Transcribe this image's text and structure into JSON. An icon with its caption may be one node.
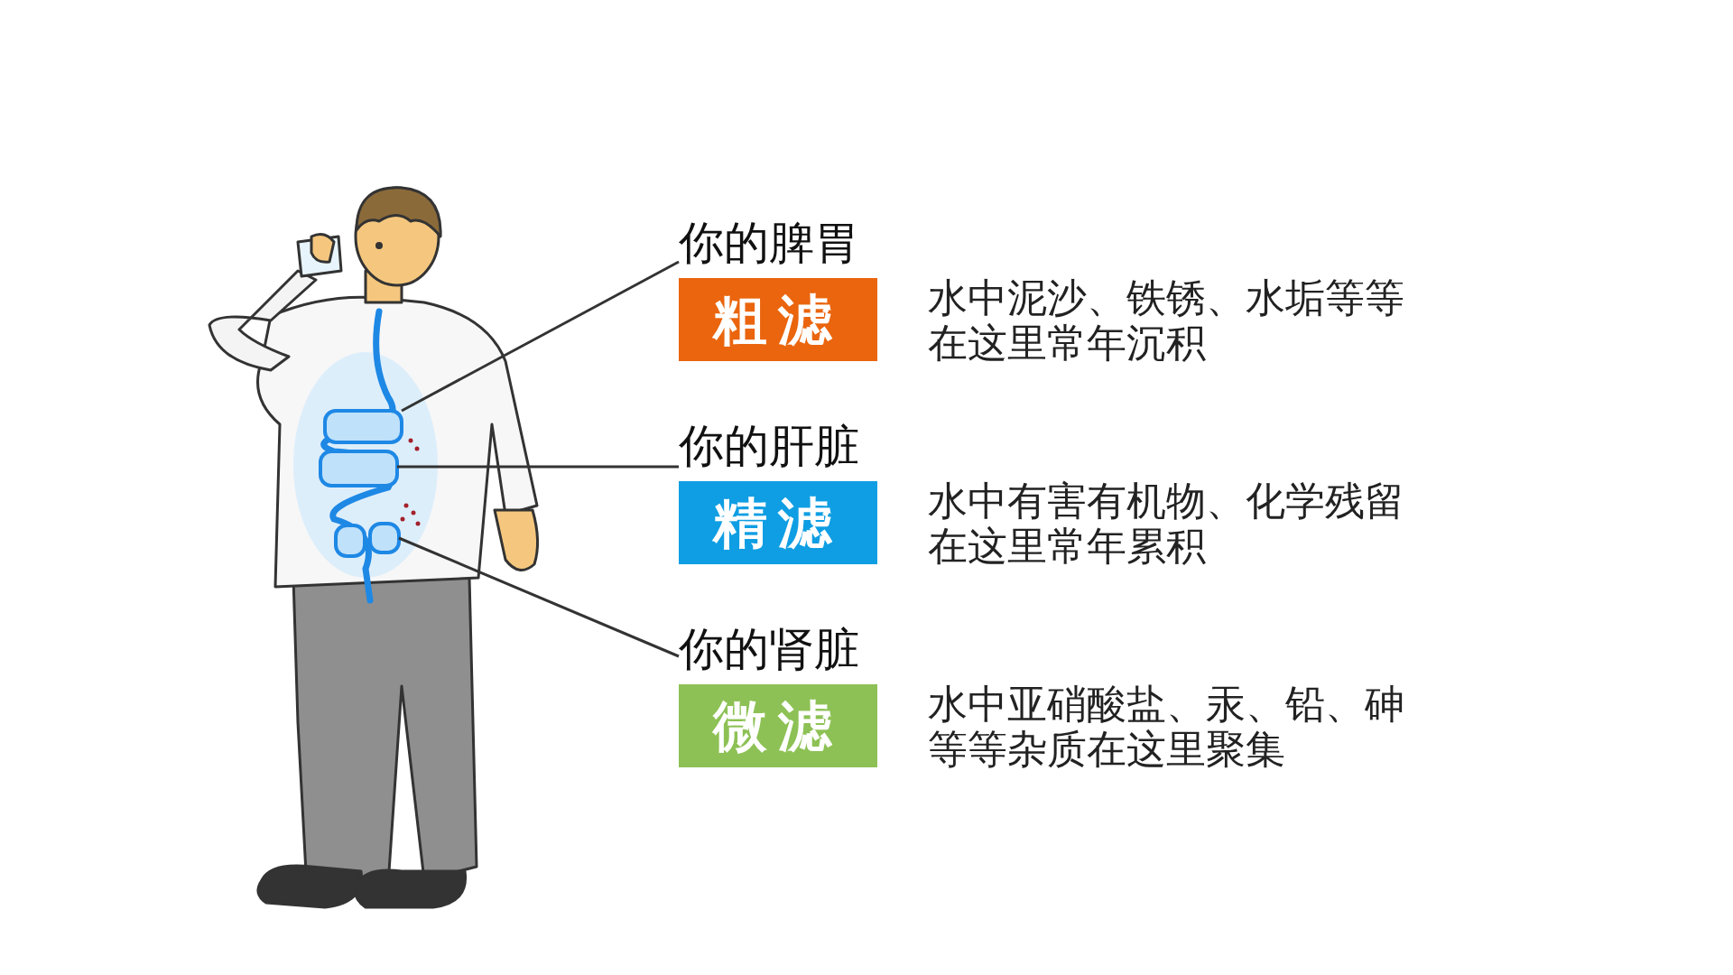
{
  "diagram": {
    "nodes": [
      {
        "text": [],
        "shape": "picture"
      },
      {
        "text": [],
        "shape": "box",
        "in": 0
      },
      {
        "text": [],
        "shape": "box",
        "in": 0
      },
      {
        "text": [],
        "shape": "box",
        "in": 0
      },
      {
        "text": [
          "你的脾胃",
          "粗滤"
        ],
        "beside": [
          "水中泥沙、铁锈、水垢等等在这里常年沉积"
        ]
      },
      {
        "text": [
          "你的肝脏",
          "精滤"
        ],
        "beside": [
          "水中有害有机物、化学残留在这里常年累积"
        ]
      },
      {
        "text": [
          "你的肾脏",
          "微滤"
        ],
        "beside": [
          "水中亚硝酸盐、汞、铅、砷等等杂质在这里聚集"
        ]
      }
    ],
    "edges": [
      {
        "from": 4,
        "to": 1,
        "arrow": "none"
      },
      {
        "from": 5,
        "to": 2,
        "arrow": "none"
      },
      {
        "from": 6,
        "to": 3,
        "arrow": "none"
      }
    ]
  }
}
